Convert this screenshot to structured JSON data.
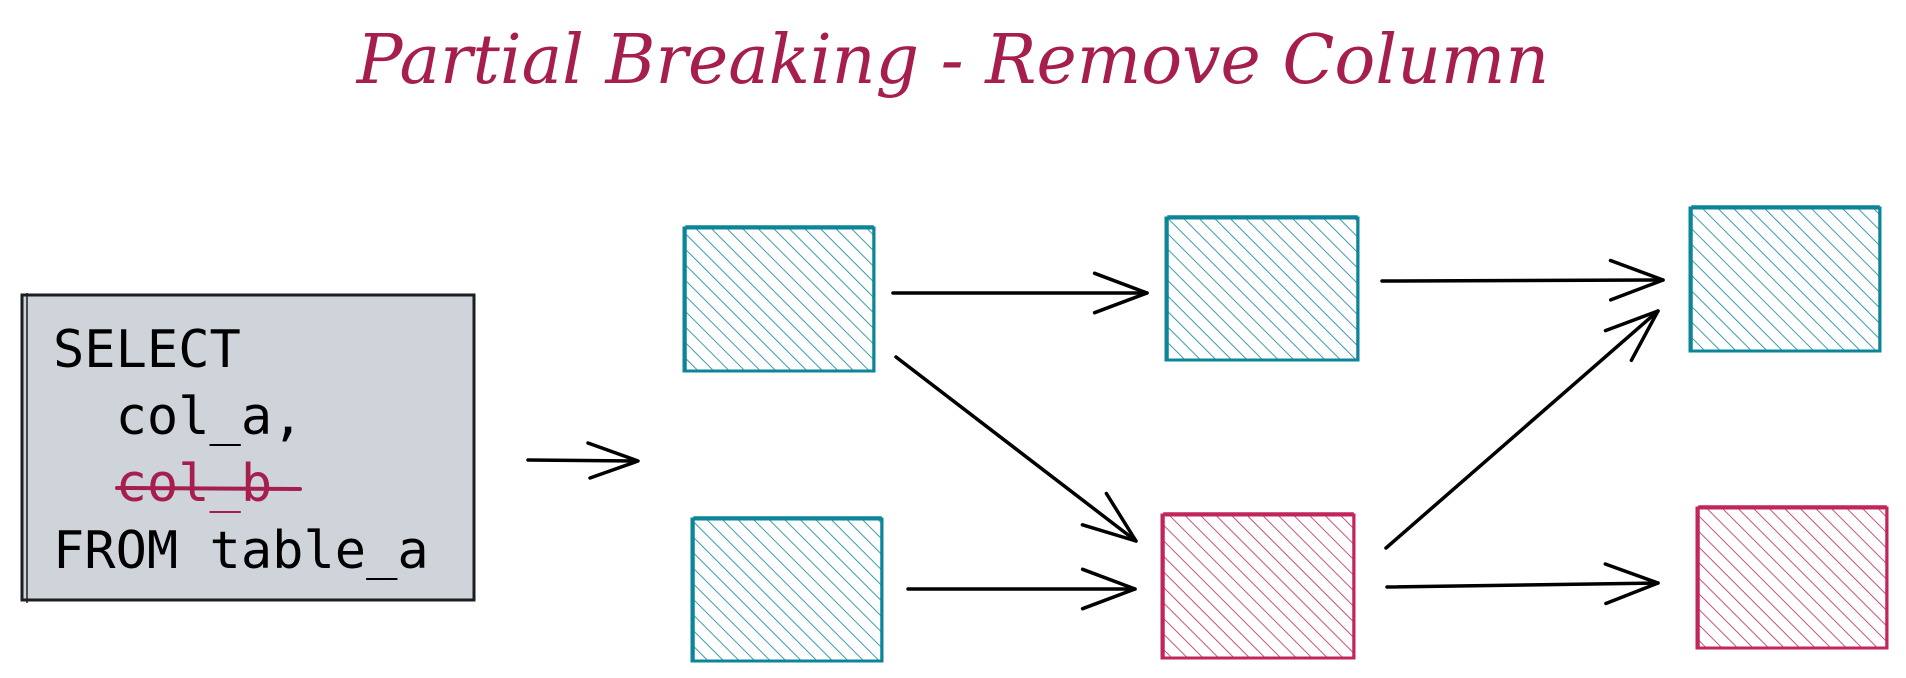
{
  "title": "Partial Breaking - Remove Column",
  "code": {
    "line1": "SELECT",
    "line2": "  col_a,",
    "line3": "  col_b",
    "line4": "FROM table_a"
  },
  "colors": {
    "title": "#a61e4d",
    "unaffected": "#0c8599",
    "breaking": "#c2255c",
    "code_box_fill": "#ced4da",
    "removed_text": "#a61e4d"
  },
  "nodes": [
    {
      "id": "n1",
      "status": "unaffected"
    },
    {
      "id": "n2",
      "status": "unaffected"
    },
    {
      "id": "n3",
      "status": "unaffected"
    },
    {
      "id": "n4",
      "status": "breaking"
    },
    {
      "id": "n5",
      "status": "unaffected"
    },
    {
      "id": "n6",
      "status": "breaking"
    }
  ],
  "edges": [
    {
      "from": "n1",
      "to": "n3"
    },
    {
      "from": "n1",
      "to": "n4"
    },
    {
      "from": "n2",
      "to": "n4"
    },
    {
      "from": "n3",
      "to": "n5"
    },
    {
      "from": "n4",
      "to": "n5"
    },
    {
      "from": "n4",
      "to": "n6"
    }
  ]
}
